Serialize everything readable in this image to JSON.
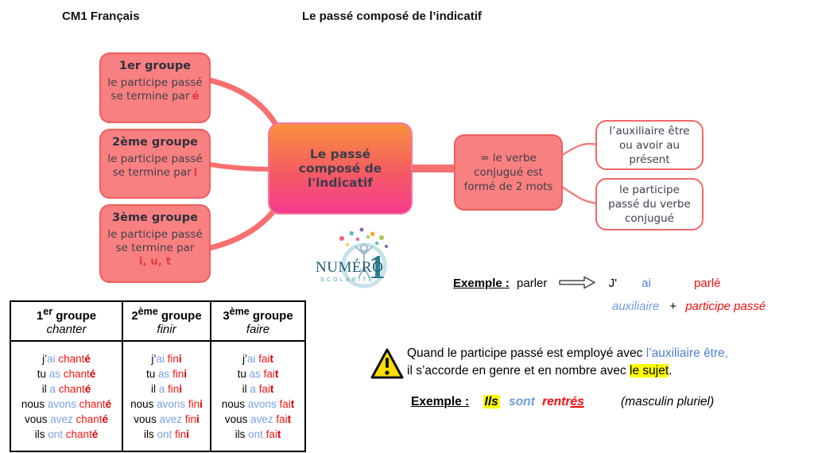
{
  "header": {
    "course": "CM1 Français",
    "title": "Le passé composé de l’indicatif"
  },
  "colors": {
    "node_pink": "#f98080",
    "node_border": "#f15e5e",
    "center_gradient_top": "#f8913f",
    "center_gradient_bottom": "#f43b8e",
    "connector": "#f76f6f",
    "auxiliary_blue": "#4f80d6",
    "participle_red": "#f60d0d",
    "highlight_yellow": "#ffff00",
    "warning_yellow": "#ffdf00"
  },
  "mindmap": {
    "center": "Le passé composé de l'indicatif",
    "groups": [
      {
        "title": "1er groupe",
        "body": "le participe passé se termine par",
        "ending": "é"
      },
      {
        "title": "2ème groupe",
        "body": "le participe passé se termine par",
        "ending": "i"
      },
      {
        "title": "3ème groupe",
        "body": "le participe passé se termine par",
        "ending": "i, u, t"
      }
    ],
    "definition": "= le verbe conjugué est formé de 2 mots",
    "components": [
      "l’auxiliaire être ou avoir au présent",
      "le participe passé du verbe conjugué"
    ]
  },
  "logo": {
    "brand": "NUMÉRO",
    "one": "1",
    "tagline": "SCOLARITÉ"
  },
  "example1": {
    "label": "Exemple :",
    "base_verb": "parler",
    "subject": "J'",
    "auxiliary": "ai",
    "participle": "parlé",
    "caption_aux": "auxiliaire",
    "caption_plus": "+",
    "caption_part": "participe passé"
  },
  "table": {
    "columns": [
      {
        "ordinal": "1",
        "sup": "er",
        "word": "groupe",
        "infinitive": "chanter",
        "forms": [
          {
            "pro": "j’",
            "aux": "ai",
            "stem": "chant",
            "end": "é"
          },
          {
            "pro": "tu",
            "aux": "as",
            "stem": "chant",
            "end": "é"
          },
          {
            "pro": "il",
            "aux": "a",
            "stem": "chant",
            "end": "é"
          },
          {
            "pro": "nous",
            "aux": "avons",
            "stem": "chant",
            "end": "é"
          },
          {
            "pro": "vous",
            "aux": "avez",
            "stem": "chant",
            "end": "é"
          },
          {
            "pro": "ils",
            "aux": "ont",
            "stem": "chant",
            "end": "é"
          }
        ]
      },
      {
        "ordinal": "2",
        "sup": "ème",
        "word": "groupe",
        "infinitive": "finir",
        "forms": [
          {
            "pro": "j’",
            "aux": "ai",
            "stem": "fin",
            "end": "i"
          },
          {
            "pro": "tu",
            "aux": "as",
            "stem": "fin",
            "end": "i"
          },
          {
            "pro": "il",
            "aux": "a",
            "stem": "fin",
            "end": "i"
          },
          {
            "pro": "nous",
            "aux": "avons",
            "stem": "fin",
            "end": "i"
          },
          {
            "pro": "vous",
            "aux": "avez",
            "stem": "fin",
            "end": "i"
          },
          {
            "pro": "ils",
            "aux": "ont",
            "stem": "fin",
            "end": "i"
          }
        ]
      },
      {
        "ordinal": "3",
        "sup": "ème",
        "word": "groupe",
        "infinitive": "faire",
        "forms": [
          {
            "pro": "j’",
            "aux": "ai",
            "stem": "fai",
            "end": "t"
          },
          {
            "pro": "tu",
            "aux": "as",
            "stem": "fai",
            "end": "t"
          },
          {
            "pro": "il",
            "aux": "a",
            "stem": "fai",
            "end": "t"
          },
          {
            "pro": "nous",
            "aux": "avons",
            "stem": "fai",
            "end": "t"
          },
          {
            "pro": "vous",
            "aux": "avez",
            "stem": "fai",
            "end": "t"
          },
          {
            "pro": "ils",
            "aux": "ont",
            "stem": "fai",
            "end": "t"
          }
        ]
      }
    ]
  },
  "note": {
    "line1_black": "Quand le participe passé est employé avec ",
    "line1_blue": "l’auxiliaire être,",
    "line2_black": "il s’accorde en genre et en nombre avec ",
    "line2_highlight": "le sujet",
    "line2_end": "."
  },
  "example2": {
    "label": "Exemple :",
    "subject": "Ils",
    "auxiliary": "sont",
    "participle_stem": "rentr",
    "participle_end": "és",
    "gloss": "(masculin pluriel)"
  }
}
